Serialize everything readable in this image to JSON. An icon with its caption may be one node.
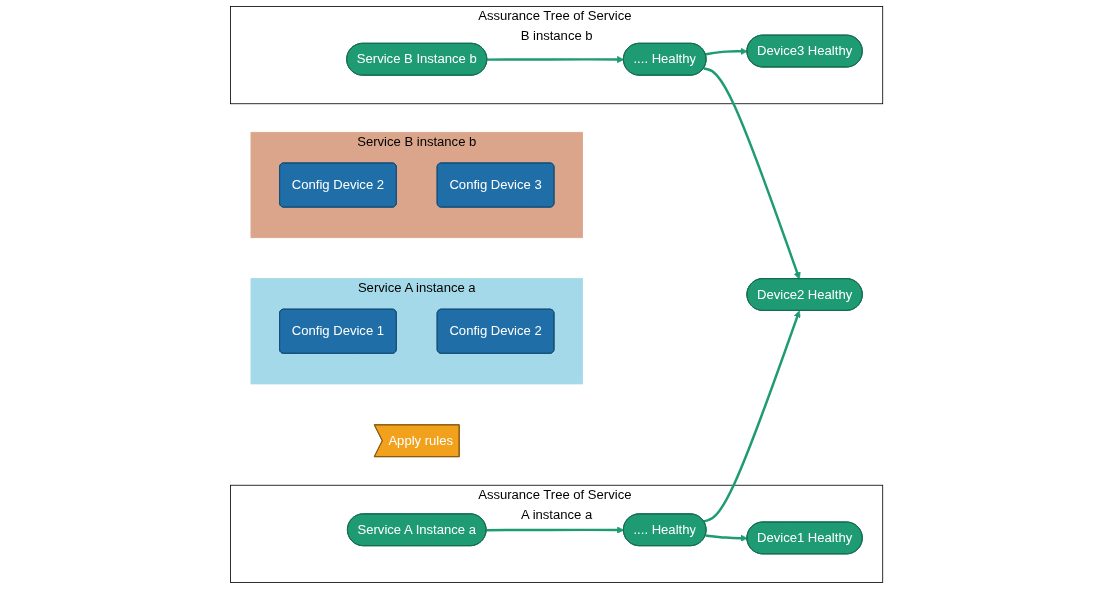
{
  "diagram": {
    "nodes": [
      {
        "text": [
          "Service A instance a"
        ]
      },
      {
        "text": [
          "Config Device 1"
        ],
        "in": 0
      },
      {
        "text": [
          "Config Device 2"
        ],
        "in": 0
      },
      {
        "text": [
          "Service B instance b"
        ]
      },
      {
        "text": [
          "Config Device 2"
        ],
        "in": 3
      },
      {
        "text": [
          "Config Device 3"
        ],
        "in": 3
      },
      {
        "text": [
          "Apply rules"
        ]
      },
      {
        "text": [
          "Assurance Tree of Service A instance a"
        ]
      },
      {
        "text": [
          "Service A Instance a"
        ],
        "in": 7
      },
      {
        "text": [
          ".... Healthy"
        ],
        "in": 7
      },
      {
        "text": [
          "Device1 Healthy"
        ],
        "in": 7
      },
      {
        "text": [
          "Assurance Tree of Service B instance b"
        ]
      },
      {
        "text": [
          "Service B Instance b"
        ],
        "in": 11
      },
      {
        "text": [
          ".... Healthy"
        ],
        "in": 11
      },
      {
        "text": [
          "Device3 Healthy"
        ],
        "in": 11
      },
      {
        "text": [
          "Device2 Healthy"
        ]
      }
    ],
    "edges": [
      {
        "from": 8,
        "to": 9,
        "arrow": "to"
      },
      {
        "from": 9,
        "to": 10,
        "arrow": "to"
      },
      {
        "from": 9,
        "to": 15,
        "arrow": "to"
      },
      {
        "from": 12,
        "to": 13,
        "arrow": "to"
      },
      {
        "from": 13,
        "to": 15,
        "arrow": "to"
      },
      {
        "from": 13,
        "to": 14,
        "arrow": "to"
      }
    ]
  }
}
